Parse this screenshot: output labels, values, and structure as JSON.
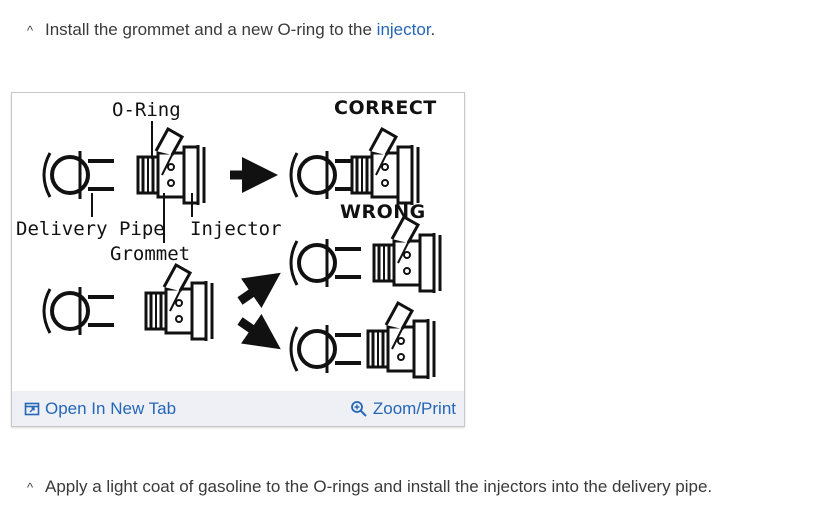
{
  "steps": [
    {
      "caret": "^",
      "text_before": "Install the grommet and a new O-ring to the ",
      "link": "injector",
      "text_after": "."
    },
    {
      "caret": "^",
      "text": "Apply a light coat of gasoline to the O-rings and install the injectors into the delivery pipe."
    }
  ],
  "figure": {
    "labels": {
      "oring": "O-Ring",
      "correct": "CORRECT",
      "wrong": "WRONG",
      "delivery_pipe": "Delivery Pipe",
      "injector": "Injector",
      "grommet": "Grommet"
    },
    "actions": {
      "open_new_tab": "Open In New Tab",
      "zoom_print": "Zoom/Print"
    },
    "icons": [
      "open-new-tab-icon",
      "zoom-icon"
    ]
  },
  "colors": {
    "link": "#2466b8",
    "text": "#3a3a3a",
    "bar": "#eef0f5"
  }
}
